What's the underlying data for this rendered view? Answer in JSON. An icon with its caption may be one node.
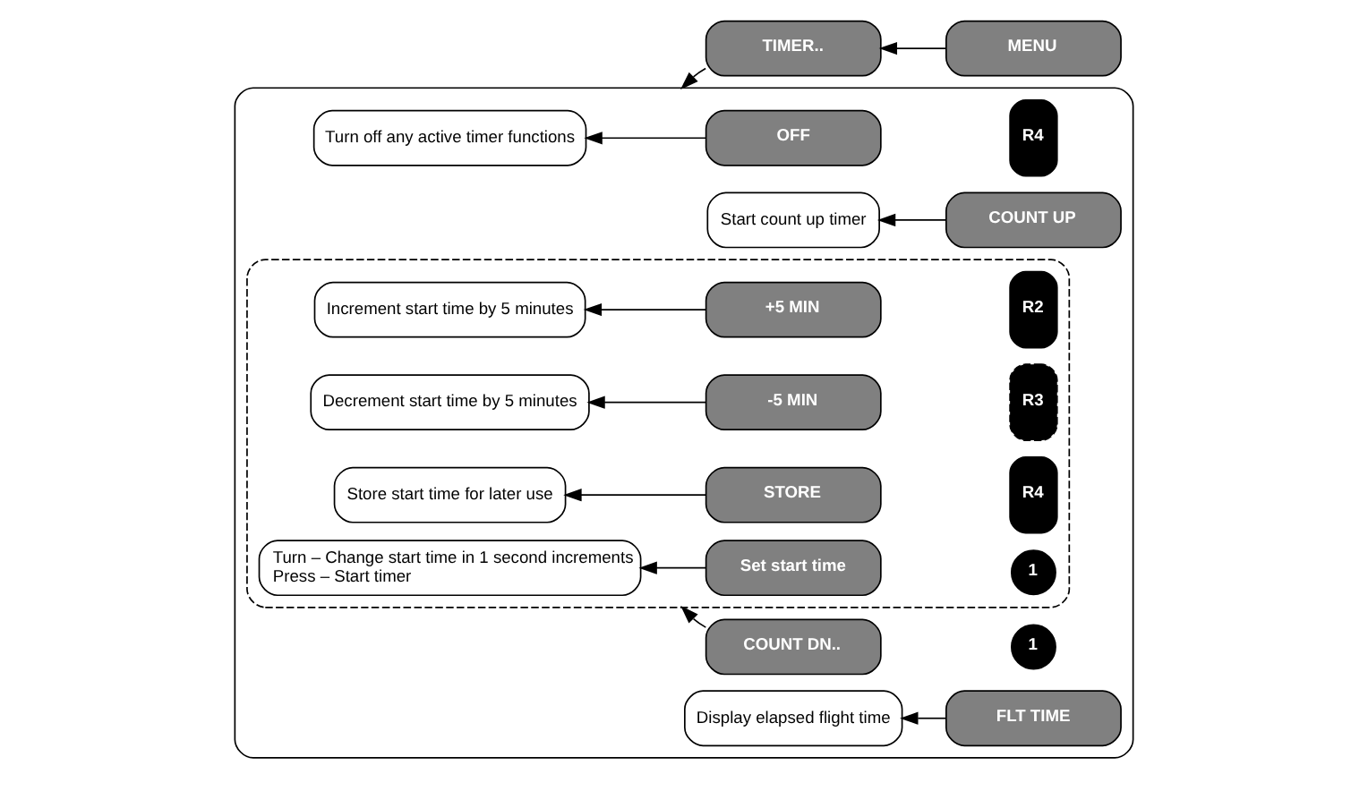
{
  "diagram": {
    "nodes": [
      {
        "text": [
          "MENU"
        ]
      },
      {
        "text": [
          "TIMER.."
        ]
      },
      {
        "text": [],
        "shape": "box"
      },
      {
        "text": [],
        "shape": "box",
        "in": 2
      },
      {
        "text": [
          "Increment start time by 5 minutes"
        ],
        "in": 3
      },
      {
        "text": [
          "+5 MIN"
        ],
        "in": 3
      },
      {
        "text": [
          "R2"
        ],
        "in": 3
      },
      {
        "text": [
          "Decrement start time by 5 minutes"
        ],
        "in": 3
      },
      {
        "text": [
          "-5 MIN"
        ],
        "in": 3
      },
      {
        "text": [
          "R3"
        ],
        "in": 3
      },
      {
        "text": [
          "Store start time for later use"
        ],
        "in": 3
      },
      {
        "text": [
          "STORE"
        ],
        "in": 3
      },
      {
        "text": [
          "R4"
        ],
        "in": 3
      },
      {
        "text": [
          "Turn – Change start time in 1 second increments",
          "Press – Start timer"
        ],
        "in": 3
      },
      {
        "text": [
          "Set start time"
        ],
        "in": 3
      },
      {
        "text": [
          "1"
        ],
        "in": 3
      },
      {
        "text": [
          "Turn off any active timer functions"
        ],
        "in": 2
      },
      {
        "text": [
          "OFF"
        ],
        "in": 2
      },
      {
        "text": [
          "R4"
        ],
        "in": 2
      },
      {
        "text": [
          "Start count up timer"
        ],
        "in": 2
      },
      {
        "text": [
          "COUNT UP"
        ],
        "in": 2
      },
      {
        "text": [
          "COUNT DN.."
        ],
        "in": 2
      },
      {
        "text": [
          "1"
        ],
        "in": 2
      },
      {
        "text": [
          "Display elapsed flight time"
        ],
        "in": 2
      },
      {
        "text": [
          "FLT TIME"
        ],
        "in": 2
      }
    ],
    "edges": [
      {
        "from": 0,
        "to": 1,
        "arrow": "to"
      },
      {
        "from": 1,
        "to": 2,
        "arrow": "to"
      },
      {
        "from": 5,
        "to": 4,
        "arrow": "to"
      },
      {
        "from": 8,
        "to": 7,
        "arrow": "to"
      },
      {
        "from": 11,
        "to": 10,
        "arrow": "to"
      },
      {
        "from": 14,
        "to": 13,
        "arrow": "to"
      },
      {
        "from": 17,
        "to": 16,
        "arrow": "to"
      },
      {
        "from": 20,
        "to": 19,
        "arrow": "to"
      },
      {
        "from": 21,
        "to": 3,
        "arrow": "to"
      },
      {
        "from": 24,
        "to": 23,
        "arrow": "to"
      }
    ]
  }
}
